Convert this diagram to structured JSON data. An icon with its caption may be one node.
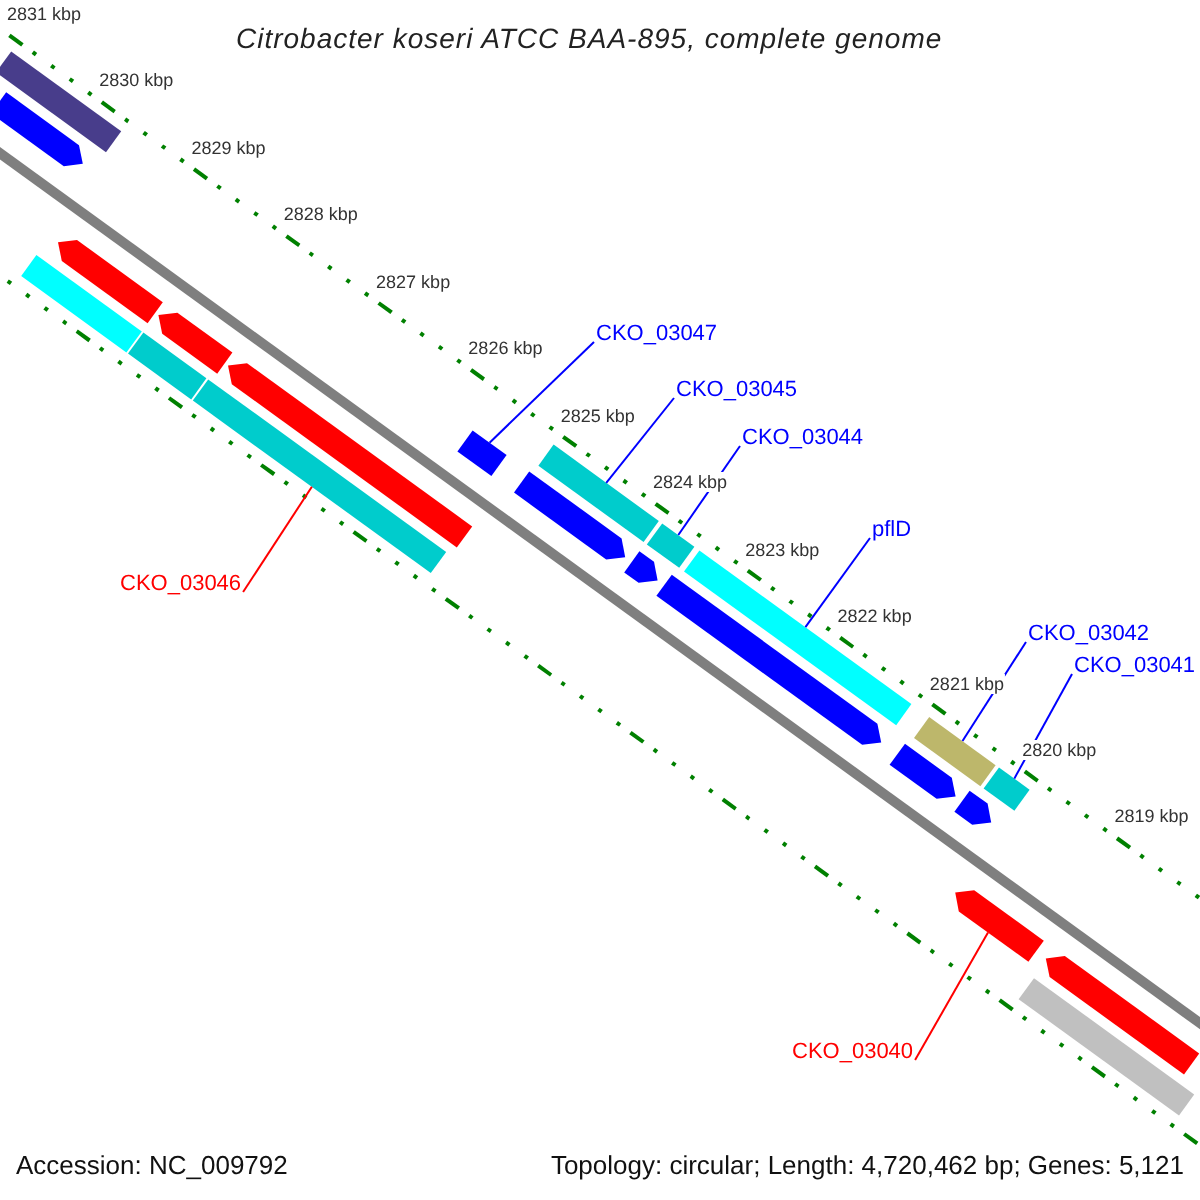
{
  "diagram": {
    "title": "Citrobacter koseri ATCC BAA-895, complete genome",
    "nodes": [
      {
        "text": [
          "CKO_03047"
        ]
      },
      {
        "text": [
          "CKO_03045"
        ]
      },
      {
        "text": [
          "CKO_03044"
        ]
      },
      {
        "text": [
          "pflD"
        ]
      },
      {
        "text": [
          "CKO_03046"
        ]
      },
      {
        "text": [
          "CKO_03042"
        ]
      },
      {
        "text": [
          "CKO_03041"
        ]
      },
      {
        "text": [
          "CKO_03040"
        ]
      },
      {
        "text": [],
        "shape": "bar"
      },
      {
        "text": [],
        "shape": "arrow"
      },
      {
        "text": [],
        "shape": "bar"
      },
      {
        "text": [],
        "shape": "arrow"
      },
      {
        "text": [],
        "shape": "bar"
      },
      {
        "text": [],
        "shape": "arrow"
      },
      {
        "text": [],
        "shape": "bar"
      },
      {
        "text": [],
        "shape": "arrow"
      },
      {
        "text": [],
        "shape": "bar"
      },
      {
        "text": [],
        "shape": "arrow"
      },
      {
        "text": [],
        "shape": "bar"
      },
      {
        "text": [],
        "shape": "arrow"
      },
      {
        "text": [],
        "shape": "bar"
      },
      {
        "text": [],
        "shape": "arrow"
      },
      {
        "text": [],
        "shape": "bar"
      },
      {
        "text": [],
        "shape": "arrow"
      },
      {
        "text": [],
        "shape": "bar"
      },
      {
        "text": [],
        "shape": "arrow"
      },
      {
        "text": [],
        "shape": "arrow"
      },
      {
        "text": [],
        "shape": "bar"
      },
      {
        "text": [],
        "shape": "bar"
      },
      {
        "text": [],
        "shape": "arrow"
      }
    ],
    "edges": [
      {
        "from": 0,
        "to": 16,
        "arrow": "none"
      },
      {
        "from": 1,
        "to": 18,
        "arrow": "none"
      },
      {
        "from": 2,
        "to": 20,
        "arrow": "none"
      },
      {
        "from": 3,
        "to": 22,
        "arrow": "none"
      },
      {
        "from": 4,
        "to": 14,
        "arrow": "none",
        "color": "#ff0000"
      },
      {
        "from": 5,
        "to": 24,
        "arrow": "none"
      },
      {
        "from": 6,
        "to": 27,
        "arrow": "none"
      },
      {
        "from": 7,
        "to": 25,
        "arrow": "none",
        "color": "#ff0000"
      }
    ],
    "labels": [
      "2831 kbp",
      "2830 kbp",
      "2829 kbp",
      "2828 kbp",
      "2827 kbp",
      "2826 kbp",
      "2825 kbp",
      "2824 kbp",
      "2823 kbp",
      "2822 kbp",
      "2821 kbp",
      "2820 kbp",
      "2819 kbp",
      "Accession: NC_009792",
      "Topology: circular; Length: 4,720,462 bp; Genes: 5,121"
    ]
  }
}
